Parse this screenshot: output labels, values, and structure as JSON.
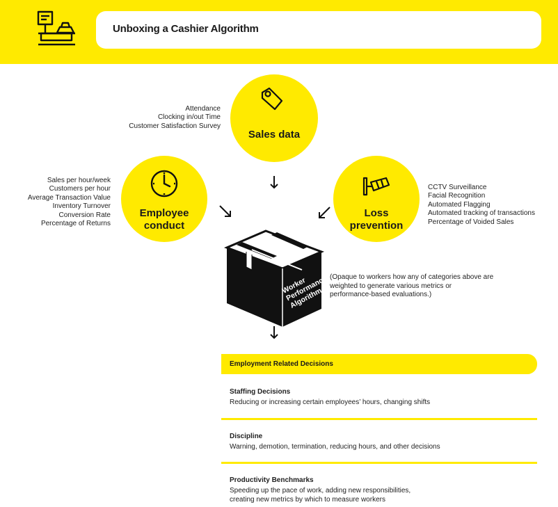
{
  "header": {
    "title": "Unboxing a Cashier Algorithm"
  },
  "sales": {
    "label": "Sales data",
    "items": [
      "Attendance",
      "Clocking in/out Time",
      "Customer Satisfaction Survey"
    ]
  },
  "employee": {
    "label_line1": "Employee",
    "label_line2": "conduct",
    "items": [
      "Sales per hour/week",
      "Customers per hour",
      "Average Transaction Value",
      "Inventory Turnover",
      "Conversion Rate",
      "Percentage of Returns"
    ]
  },
  "loss": {
    "label_line1": "Loss",
    "label_line2": "prevention",
    "items": [
      "CCTV Surveillance",
      "Facial Recognition",
      "Automated Flagging",
      "Automated tracking of transactions",
      "Percentage of Voided Sales"
    ]
  },
  "box": {
    "line1": "Worker",
    "line2": "Performance",
    "line3": "Algorithm"
  },
  "note": {
    "line1": "(Opaque to workers how any of categories above are",
    "line2": "weighted to generate various metrics or",
    "line3": "performance-based evaluations.)"
  },
  "decisions": {
    "title": "Employment Related Decisions",
    "items": [
      {
        "heading": "Staffing Decisions",
        "line1": "Reducing or increasing certain employees’ hours, changing shifts",
        "line2": ""
      },
      {
        "heading": "Discipline",
        "line1": "Warning, demotion, termination, reducing hours, and other decisions",
        "line2": ""
      },
      {
        "heading": "Productivity Benchmarks",
        "line1": "Speeding up the pace of work, adding new responsibilities,",
        "line2": "creating new metrics by which to measure workers"
      }
    ]
  },
  "icons": {
    "header": "cash-register-icon",
    "sales": "price-tag-icon",
    "employee": "clock-icon",
    "loss": "cctv-camera-icon"
  },
  "colors": {
    "accent": "#ffea00",
    "text": "#1a1a1a",
    "box": "#111111"
  }
}
